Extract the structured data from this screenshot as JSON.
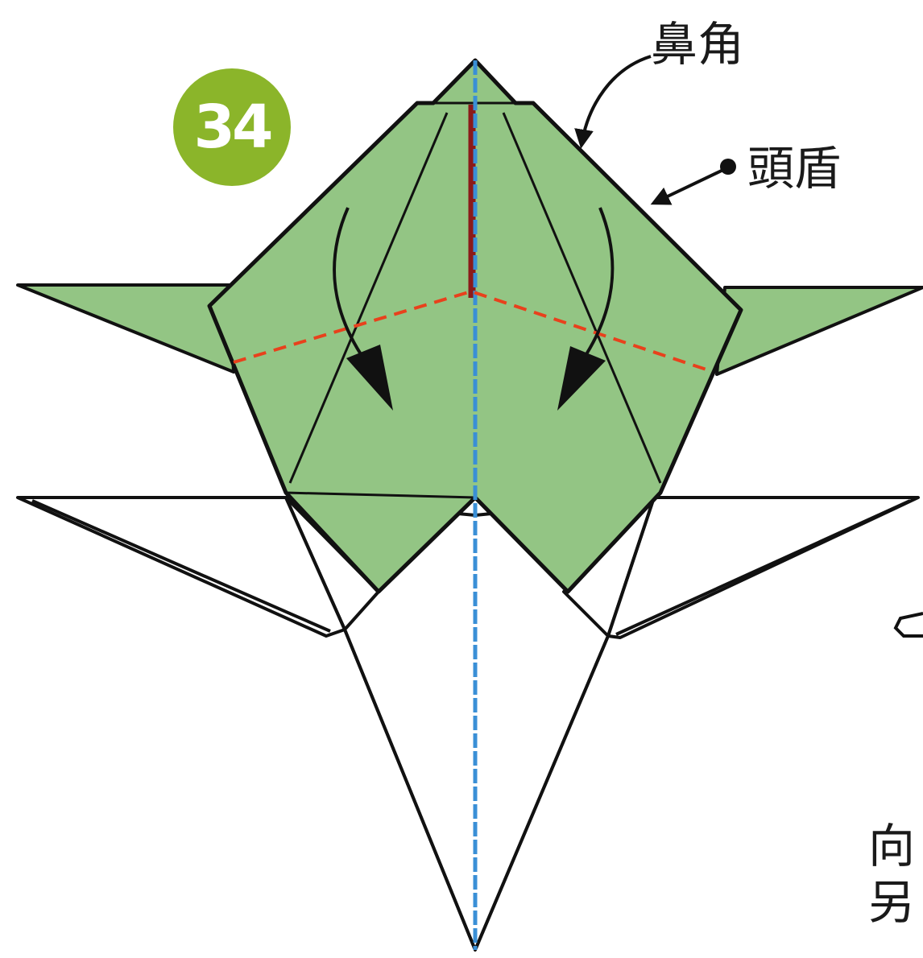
{
  "step": {
    "number": "34"
  },
  "labels": {
    "nose_horn": "鼻角",
    "head_shield": "頭盾",
    "side_text_1": "向",
    "side_text_2": "另"
  },
  "colors": {
    "paper_green": "#93c584",
    "step_badge": "#8bb52a",
    "valley_fold": "#e8411c",
    "center_red": "#8b1a1a",
    "center_blue": "#3a8fd6",
    "outline": "#111111"
  },
  "icons": [
    "fold-arrow-left",
    "fold-arrow-right",
    "pointer-arrow-nose-horn",
    "pointer-arrow-head-shield"
  ]
}
